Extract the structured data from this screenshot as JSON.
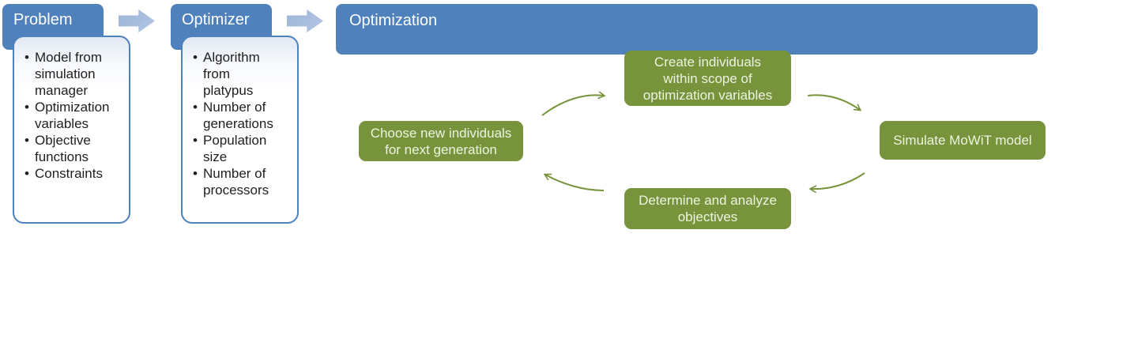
{
  "problem": {
    "title": "Problem",
    "items": [
      "Model from simulation manager",
      "Optimization variables",
      "Objective functions",
      "Constraints"
    ]
  },
  "optimizer": {
    "title": "Optimizer",
    "items": [
      "Algorithm from platypus",
      "Number of generations",
      "Population size",
      "Number of processors"
    ]
  },
  "optimization": {
    "title": "Optimization",
    "cycle": {
      "top": "Create individuals within scope of optimization variables",
      "right": "Simulate MoWiT model",
      "bottom": "Determine and analyze objectives",
      "left": "Choose new individuals for next generation"
    }
  },
  "colors": {
    "blue": "#4f81bd",
    "light_blue_arrow": "#a9bdde",
    "green": "#77933c",
    "green_text": "#eef3e1",
    "list_text": "#1f1f1f"
  }
}
